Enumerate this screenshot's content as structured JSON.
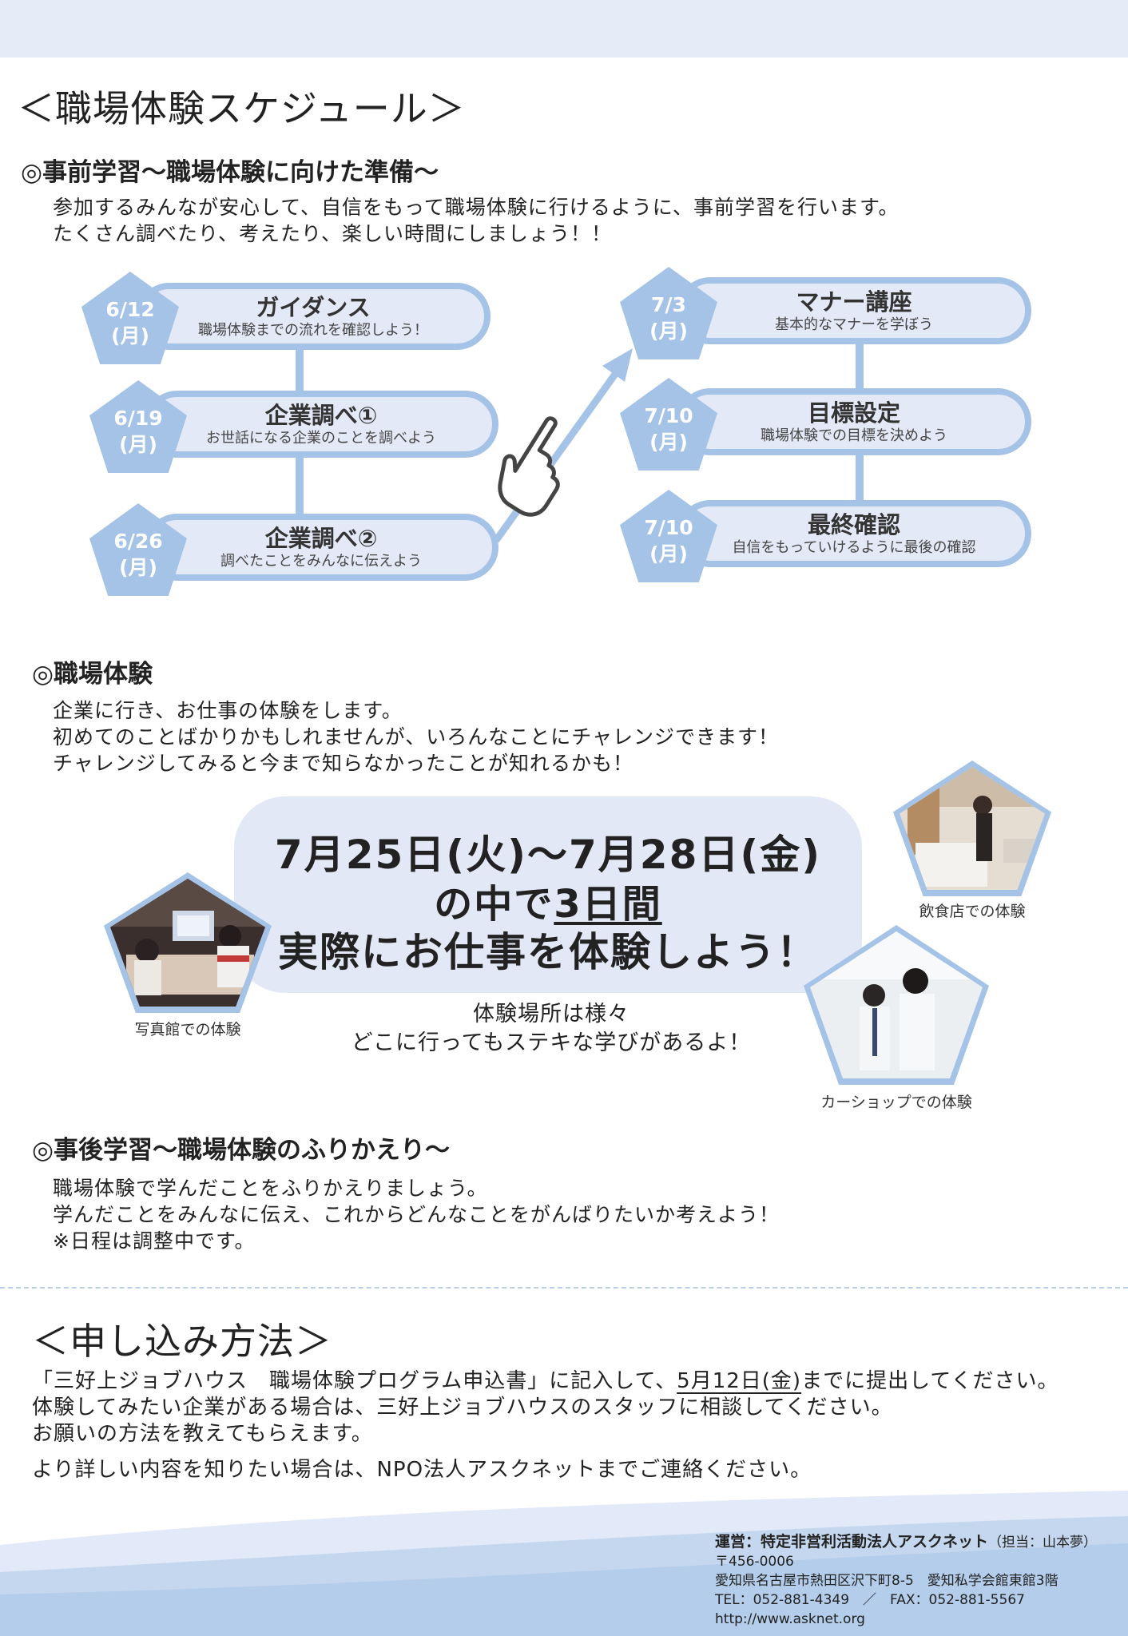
{
  "schedule": {
    "title": "＜職場体験スケジュール＞",
    "pre": {
      "heading": "◎事前学習～職場体験に向けた準備～",
      "lines": [
        "参加するみんなが安心して、自信をもって職場体験に行けるように、事前学習を行います。",
        "たくさん調べたり、考えたり、楽しい時間にしましょう！！"
      ],
      "items": [
        {
          "date": "6/12",
          "day": "(月)",
          "title": "ガイダンス",
          "desc": "職場体験までの流れを確認しよう！"
        },
        {
          "date": "6/19",
          "day": "(月)",
          "title": "企業調べ①",
          "desc": "お世話になる企業のことを調べよう"
        },
        {
          "date": "6/26",
          "day": "(月)",
          "title": "企業調べ②",
          "desc": "調べたことをみんなに伝えよう"
        },
        {
          "date": "7/3",
          "day": "(月)",
          "title": "マナー講座",
          "desc": "基本的なマナーを学ぼう"
        },
        {
          "date": "7/10",
          "day": "(月)",
          "title": "目標設定",
          "desc": "職場体験での目標を決めよう"
        },
        {
          "date": "7/10",
          "day": "(月)",
          "title": "最終確認",
          "desc": "自信をもっていけるように最後の確認"
        }
      ]
    },
    "experience": {
      "heading": "◎職場体験",
      "lines": [
        "企業に行き、お仕事の体験をします。",
        "初めてのことばかりかもしれませんが、いろんなことにチャレンジできます！",
        "チャレンジしてみると今まで知らなかったことが知れるかも！"
      ],
      "period": "7月25日(火)～7月28日(金)",
      "period_pre": "の中で",
      "period_days": "3日間",
      "callout": "実際にお仕事を体験しよう！",
      "note_lines": [
        "体験場所は様々",
        "どこに行ってもステキな学びがあるよ！"
      ],
      "photos": [
        {
          "caption": "写真館での体験",
          "icon": "photo-studio-icon"
        },
        {
          "caption": "飲食店での体験",
          "icon": "restaurant-icon"
        },
        {
          "caption": "カーショップでの体験",
          "icon": "car-shop-icon"
        }
      ]
    },
    "post": {
      "heading": "◎事後学習～職場体験のふりかえり～",
      "lines": [
        "職場体験で学んだことをふりかえりましょう。",
        "学んだことをみんなに伝え、これからどんなことをがんばりたいか考えよう！",
        "※日程は調整中です。"
      ]
    }
  },
  "apply": {
    "title": "＜申し込み方法＞",
    "line1_pre": "「三好上ジョブハウス　職場体験プログラム申込書」に記入して、",
    "line1_date": "5月12日(金)",
    "line1_post": "までに提出してください。",
    "line2": "体験してみたい企業がある場合は、三好上ジョブハウスのスタッフに相談してください。",
    "line3": "お願いの方法を教えてもらえます。",
    "line4": "より詳しい内容を知りたい場合は、NPO法人アスクネットまでご連絡ください。"
  },
  "footer": {
    "org": "運営：特定非営利活動法人アスクネット",
    "contact_person": "（担当：山本夢）",
    "postal": "〒456-0006",
    "address": "愛知県名古屋市熱田区沢下町8-5　愛知私学会館東館3階",
    "phone_fax": "TEL：052-881-4349　／　FAX：052-881-5567",
    "url": "http://www.asknet.org"
  },
  "colors": {
    "accent": "#a4c3e6",
    "pill_bg": "#e4e9f7",
    "top_band": "#e3ecf7"
  }
}
